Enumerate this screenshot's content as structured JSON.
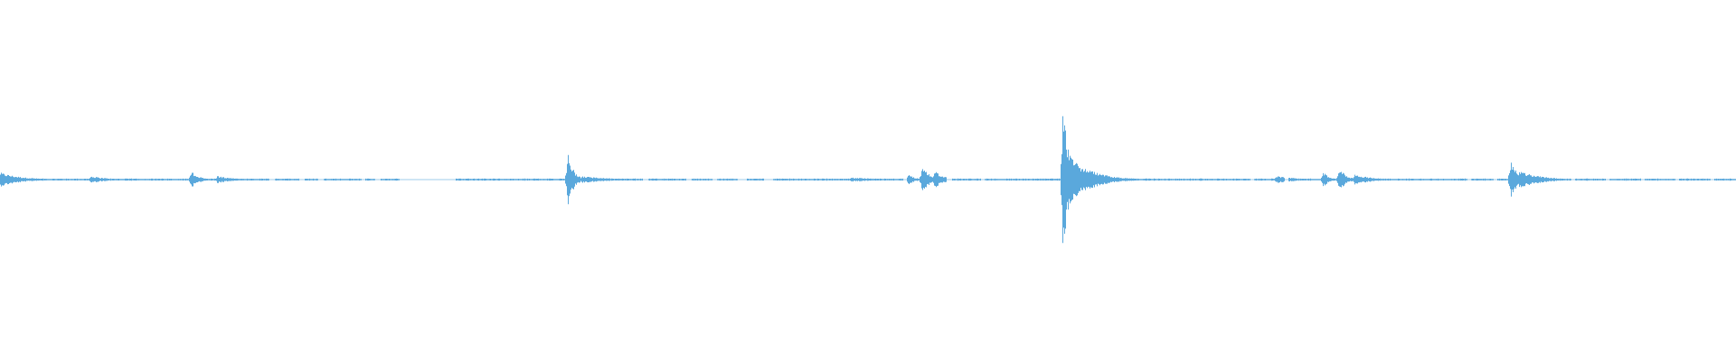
{
  "waveform": {
    "color": "#5aa8dc",
    "background": "#ffffff",
    "duration_fraction_basis": 1,
    "baseline_amplitude": 0.004,
    "gaps": [
      [
        0.155,
        0.158
      ],
      [
        0.172,
        0.175
      ],
      [
        0.183,
        0.186
      ],
      [
        0.208,
        0.21
      ],
      [
        0.216,
        0.219
      ],
      [
        0.23,
        0.262
      ],
      [
        0.252,
        0.256
      ],
      [
        0.37,
        0.373
      ],
      [
        0.395,
        0.398
      ],
      [
        0.41,
        0.413
      ],
      [
        0.425,
        0.43
      ],
      [
        0.44,
        0.445
      ],
      [
        0.52,
        0.522
      ],
      [
        0.545,
        0.548
      ],
      [
        0.565,
        0.567
      ],
      [
        0.72,
        0.722
      ],
      [
        0.74,
        0.742
      ],
      [
        0.845,
        0.847
      ],
      [
        0.86,
        0.862
      ],
      [
        0.905,
        0.907
      ],
      [
        0.925,
        0.927
      ],
      [
        0.945,
        0.947
      ],
      [
        0.965,
        0.967
      ],
      [
        0.985,
        0.987
      ]
    ],
    "bursts": [
      {
        "position": 0.0,
        "peak": 0.04,
        "decay": 0.012
      },
      {
        "position": 0.052,
        "peak": 0.02,
        "decay": 0.01
      },
      {
        "position": 0.11,
        "peak": 0.05,
        "decay": 0.004
      },
      {
        "position": 0.125,
        "peak": 0.02,
        "decay": 0.01
      },
      {
        "position": 0.327,
        "peak": 0.16,
        "decay": 0.003
      },
      {
        "position": 0.335,
        "peak": 0.02,
        "decay": 0.015
      },
      {
        "position": 0.49,
        "peak": 0.012,
        "decay": 0.02
      },
      {
        "position": 0.523,
        "peak": 0.03,
        "decay": 0.004
      },
      {
        "position": 0.531,
        "peak": 0.08,
        "decay": 0.004
      },
      {
        "position": 0.538,
        "peak": 0.05,
        "decay": 0.006
      },
      {
        "position": 0.612,
        "peak": 0.42,
        "decay": 0.004
      },
      {
        "position": 0.616,
        "peak": 0.14,
        "decay": 0.012
      },
      {
        "position": 0.735,
        "peak": 0.02,
        "decay": 0.012
      },
      {
        "position": 0.762,
        "peak": 0.05,
        "decay": 0.003
      },
      {
        "position": 0.771,
        "peak": 0.07,
        "decay": 0.004
      },
      {
        "position": 0.78,
        "peak": 0.03,
        "decay": 0.01
      },
      {
        "position": 0.87,
        "peak": 0.12,
        "decay": 0.004
      },
      {
        "position": 0.875,
        "peak": 0.05,
        "decay": 0.012
      }
    ]
  }
}
